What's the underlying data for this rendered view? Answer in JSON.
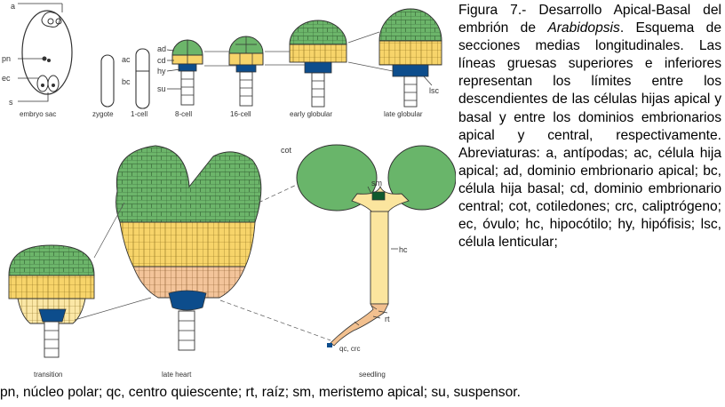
{
  "figure": {
    "stages": {
      "embryo_sac": "embryo sac",
      "zygote": "zygote",
      "one_cell": "1-cell",
      "eight_cell": "8-cell",
      "sixteen_cell": "16-cell",
      "early_globular": "early globular",
      "late_globular": "late globular",
      "transition": "transition",
      "late_heart": "late heart",
      "seedling": "seedling"
    },
    "labels": {
      "a": "a",
      "pn": "pn",
      "ec": "ec",
      "s": "s",
      "ac": "ac",
      "bc": "bc",
      "ad": "ad",
      "cd": "cd",
      "hy": "hy",
      "su": "su",
      "lsc": "lsc",
      "cot": "cot",
      "sm": "sm",
      "hc": "hc",
      "rt": "rt",
      "qc_crc": "qc, crc"
    },
    "colors": {
      "apical_green": "#6cb56a",
      "central_yellow": "#f7d46a",
      "central_pale": "#fbe7a6",
      "hypocotyl_peach": "#f3c49a",
      "hypophysis_blue": "#0d4d8c",
      "seedling_green": "#69b56a",
      "meristem_dark": "#0f5a2e",
      "stem_yellow": "#fbe59e",
      "root_peach": "#f2c08f"
    }
  },
  "caption": {
    "heading": "Figura 7.- Desarrollo Apical-Basal del embrión de",
    "species": "Arabidopsis",
    "body": ". Esquema de secciones medias longitudinales. Las líneas gruesas superiores e inferiores representan los límites entre los descendientes de las células hijas apical y basal y entre los dominios embrionarios apical y central, respectivamente. Abreviaturas: a, antípodas; ac, célula hija apical; ad, dominio embrionario apical; bc, célula hija basal; cd, dominio embrionario central; cot, cotiledones; crc, caliptrógeno; ec, óvulo; hc, hipocótilo; hy, hipófisis; lsc, célula lenticular;",
    "continuation": "pn, núcleo polar; qc, centro quiescente; rt, raíz; sm, meristemo apical; su, suspensor."
  }
}
